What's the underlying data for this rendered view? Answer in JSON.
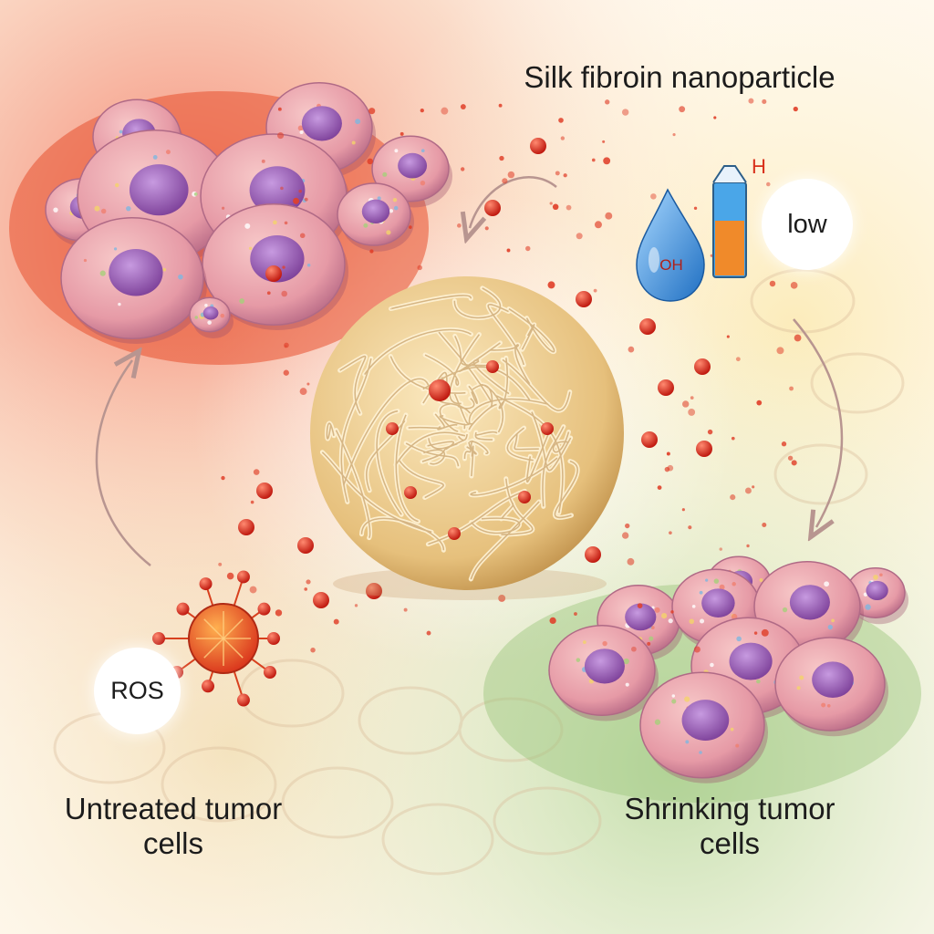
{
  "title": "Silk fibroin nanoparticle",
  "labels": {
    "untreated": "Untreated tumor cells",
    "shrinking": "Shrinking tumor cells",
    "ros": "ROS",
    "low": "low",
    "drop": "OH",
    "tube_mark": "H"
  },
  "colors": {
    "tumor_cell": "#e9a0a8",
    "nucleus": "#9b5ab3",
    "nanoparticle": "#e9c98a",
    "drug_dot": "#d8261a",
    "drop": "#3d8fd8",
    "tube_top": "#4aa6e8",
    "tube_bottom": "#f08a2a",
    "arrow": "#c9a8a2"
  },
  "icons": [
    "water-drop-icon",
    "test-tube-icon",
    "ros-molecule-icon",
    "curved-arrow-icon"
  ]
}
